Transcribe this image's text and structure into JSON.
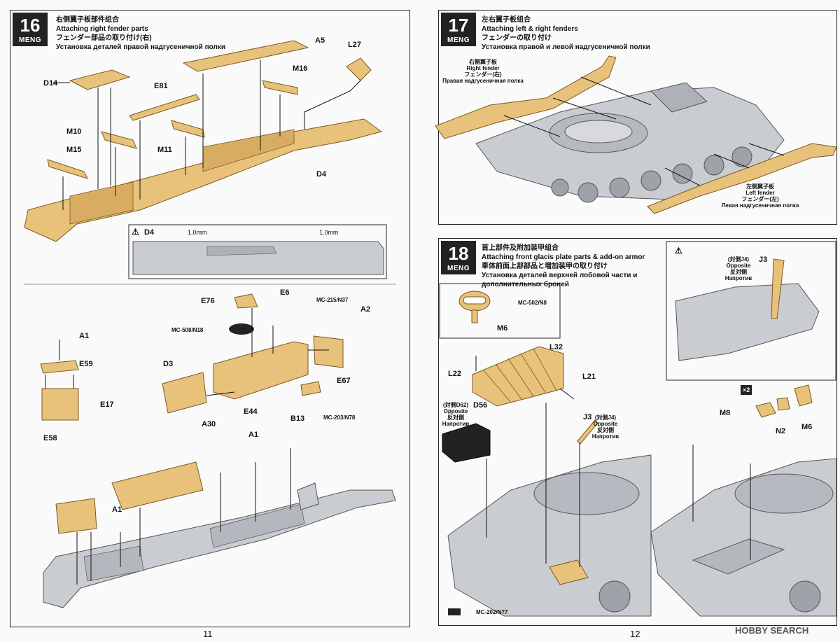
{
  "colors": {
    "part": "#e8c27a",
    "part_dark": "#c99a4a",
    "hull": "#c9ccd1",
    "hull_dark": "#9ea3aa",
    "frame": "#222222"
  },
  "page_left": {
    "number": "11",
    "step16": {
      "number": "16",
      "logo": "MENG",
      "title_cn": "右侧翼子板部件组合",
      "title_en": "Attaching right fender parts",
      "title_jp": "フェンダー部品の取り付け(右)",
      "title_ru": "Установка деталей правой надгусеничной полки",
      "parts": [
        "A5",
        "L27",
        "M16",
        "D14",
        "E81",
        "M10",
        "M11",
        "M15",
        "D4"
      ],
      "detail": {
        "part": "D4",
        "thickness_left": "1.0mm",
        "thickness_right": "1.0mm"
      },
      "sub": {
        "parts": [
          "E76",
          "E6",
          "MC-215/N37",
          "A2",
          "MC-508/N18",
          "A1",
          "E59",
          "D3",
          "E17",
          "E67",
          "E44",
          "B13",
          "MC-203/N78",
          "A30",
          "E58",
          "A1",
          "A1"
        ]
      }
    }
  },
  "page_right": {
    "number": "12",
    "step17": {
      "number": "17",
      "logo": "MENG",
      "title_cn": "左右翼子板组合",
      "title_en": "Attaching left & right fenders",
      "title_jp": "フェンダーの取り付け",
      "title_ru": "Установка правой и левой надгусеничной полки",
      "right_fender": [
        "右侧翼子板",
        "Right fender",
        "フェンダー(右)",
        "Правая надгусеничная полка"
      ],
      "left_fender": [
        "左侧翼子板",
        "Left fender",
        "フェンダー(左)",
        "Левая надгусеничная полка"
      ]
    },
    "step18": {
      "number": "18",
      "logo": "MENG",
      "title_cn": "首上部件及附加装甲组合",
      "title_en": "Attaching front glacis plate parts & add-on armor",
      "title_jp": "車体前面上部部品と増加装甲の取り付け",
      "title_ru1": "Установка деталей верхней лобовой части и",
      "title_ru2": "дополнительных броней",
      "paint_ref": "MC-502/N8",
      "m6": "M6",
      "j3": "J3",
      "opposite_j4": [
        "(対側J4)",
        "Opposite",
        "反対側",
        "Напротив"
      ],
      "parts": [
        "L32",
        "L22",
        "L21",
        "D56",
        "J3",
        "M8",
        "N2",
        "M6"
      ],
      "opposite_d62": [
        "(対側D62)",
        "Opposite",
        "反対側",
        "Напротив"
      ],
      "opposite_j4b": [
        "(対側J4)",
        "Opposite",
        "反対側",
        "Напротив"
      ],
      "x2": "×2",
      "paint_bottom": "MC-202/N77"
    }
  },
  "watermark": "HOBBY SEARCH"
}
